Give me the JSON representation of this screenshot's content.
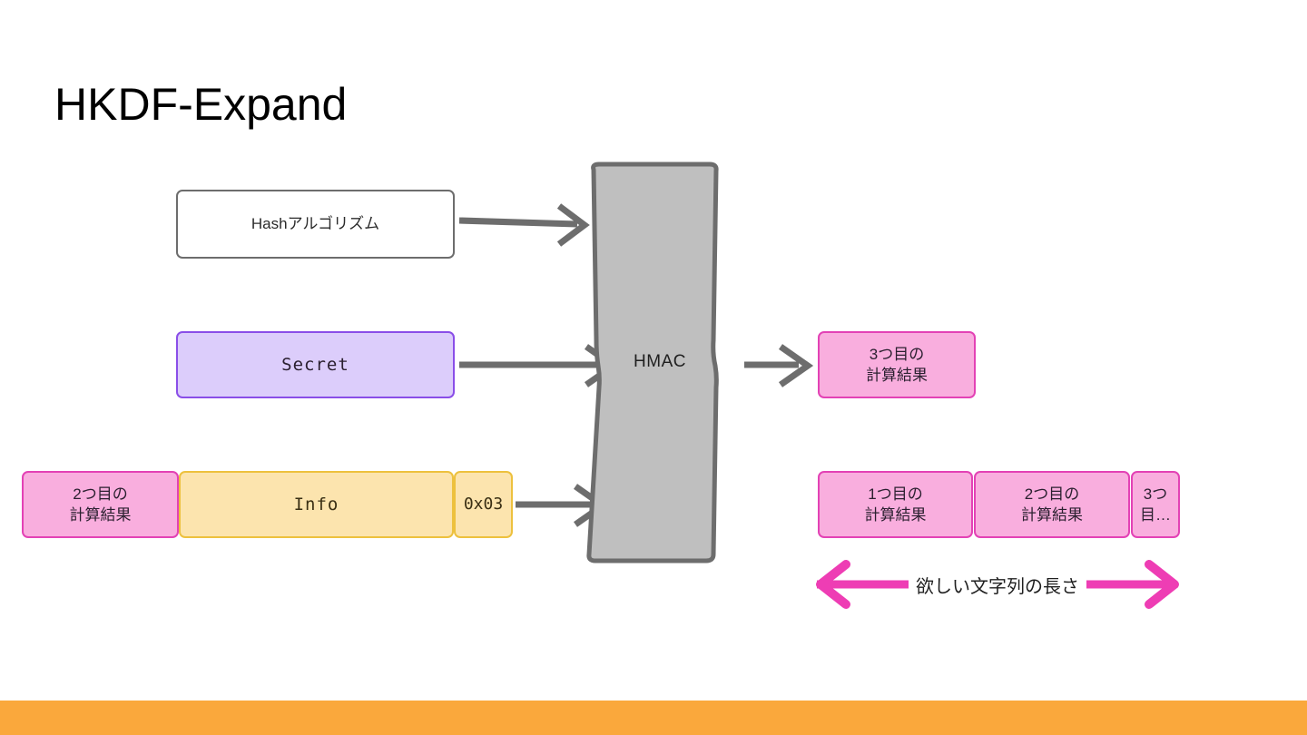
{
  "slide": {
    "title": "HKDF-Expand",
    "background_color": "#ffffff",
    "footer_color": "#faa83c"
  },
  "palette": {
    "pink_fill": "#f9aede",
    "pink_border": "#e342b5",
    "purple_fill": "#dccdfb",
    "purple_border": "#8a4ee8",
    "yellow_fill": "#fce4ae",
    "yellow_border": "#edc13e",
    "gray_fill": "#bfbfbf",
    "gray_border": "#6d6d6d",
    "arrow_gray": "#6d6d6d",
    "magenta_arrow": "#ee3db4"
  },
  "inputs": {
    "hash_algorithm": "Hashアルゴリズム",
    "secret": "Secret",
    "previous_result": "2つ目の\n計算結果",
    "info": "Info",
    "counter": "0x03"
  },
  "process": {
    "hmac_label": "HMAC"
  },
  "outputs": {
    "current_result": "3つ目の\n計算結果",
    "accumulated": [
      "1つ目の\n計算結果",
      "2つ目の\n計算結果",
      "3つ\n目…"
    ],
    "length_caption": "欲しい文字列の長さ"
  }
}
